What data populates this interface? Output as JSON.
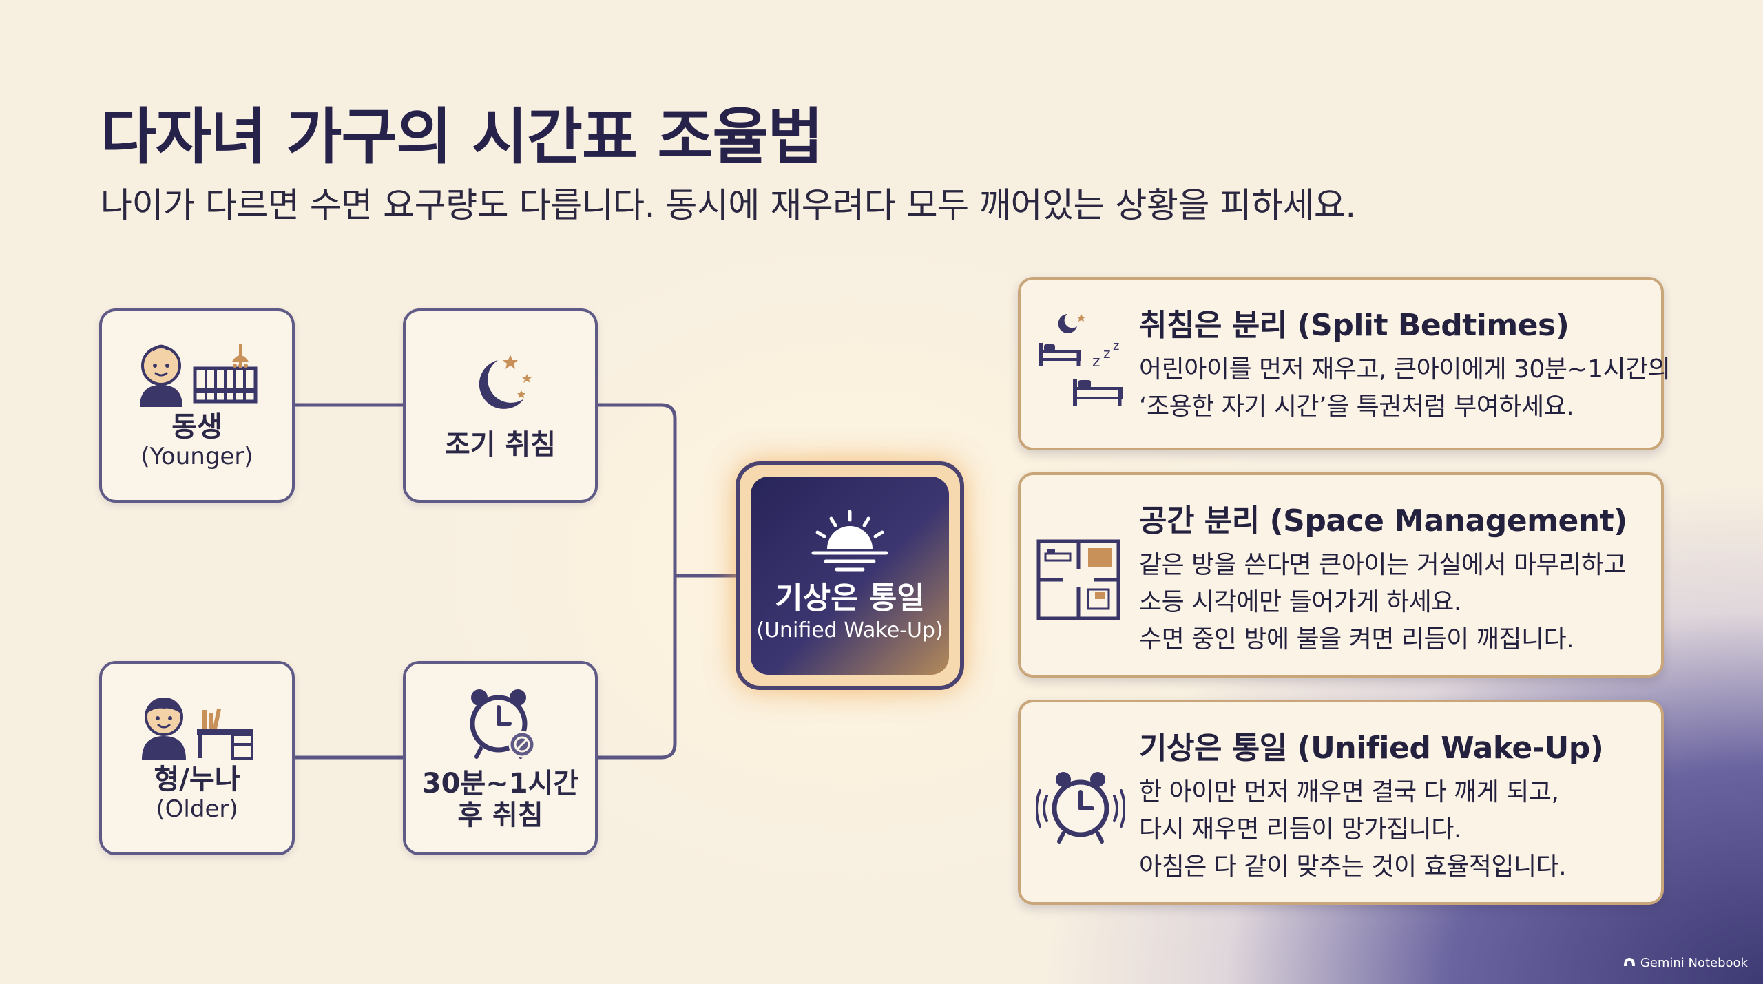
{
  "header": {
    "title": "다자녀 가구의 시간표 조율법",
    "subtitle": "나이가 다르면 수면 요구량도 다릅니다. 동시에 재우려다 모두 깨어있는 상황을 피하세요."
  },
  "diagram": {
    "younger": {
      "label": "동생",
      "sub": "(Younger)",
      "icons": [
        "baby-icon",
        "crib-icon"
      ]
    },
    "early_bed": {
      "label": "조기 취침",
      "icon": "moon-stars-icon"
    },
    "older": {
      "label": "형/누나",
      "sub": "(Older)",
      "icons": [
        "child-icon",
        "desk-icon"
      ]
    },
    "late_bed": {
      "label_line1": "30분~1시간",
      "label_line2": "후 취침",
      "icon": "alarm-clock-icon"
    },
    "center": {
      "label": "기상은 통일",
      "sub": "(Unified Wake-Up)",
      "icon": "sunrise-icon"
    }
  },
  "cards": [
    {
      "title": "취침은 분리 (Split Bedtimes)",
      "icon": "split-beds-icon",
      "lines": [
        "어린아이를 먼저 재우고, 큰아이에게 30분~1시간의",
        "‘조용한 자기 시간’을 특권처럼 부여하세요."
      ]
    },
    {
      "title": "공간 분리 (Space Management)",
      "icon": "floor-plan-icon",
      "lines": [
        "같은 방을 쓴다면 큰아이는 거실에서 마무리하고",
        "소등 시각에만 들어가게 하세요.",
        "수면 중인 방에 불을 켜면 리듬이 깨집니다."
      ]
    },
    {
      "title": "기상은 통일 (Unified Wake-Up)",
      "icon": "ringing-alarm-icon",
      "lines": [
        "한 아이만 먼저 깨우면 결국 다 깨게 되고,",
        "다시 재우면 리듬이 망가집니다.",
        "아침은 다 같이 맞추는 것이 효율적입니다."
      ]
    }
  ],
  "footer": {
    "brand": "Gemini Notebook"
  },
  "colors": {
    "navy": "#27224a",
    "outline": "#5f5a86",
    "card_border": "#c9a57a",
    "accent": "#c8915a"
  }
}
